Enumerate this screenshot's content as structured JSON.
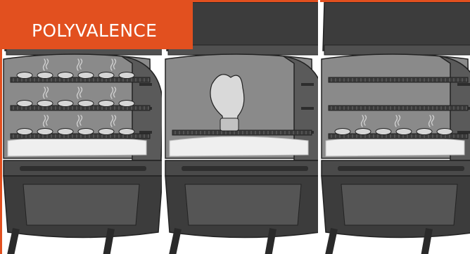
{
  "banner": {
    "title": "POLYVALENCE"
  },
  "colors": {
    "accent": "#e2501f",
    "interior": "#8a8a8a",
    "body_dark": "#3c3c3c",
    "outline": "#222222",
    "food": "#d6d6d6",
    "grate": "#2a2a2a",
    "drip_tray": "#efefef"
  },
  "panels": [
    {
      "name": "three-racks-with-food",
      "racks": 3,
      "food_rows": 3
    },
    {
      "name": "single-rack-with-poultry",
      "racks": 1,
      "food_rows": 0
    },
    {
      "name": "three-racks-food-on-bottom",
      "racks": 3,
      "food_rows": 1
    }
  ]
}
